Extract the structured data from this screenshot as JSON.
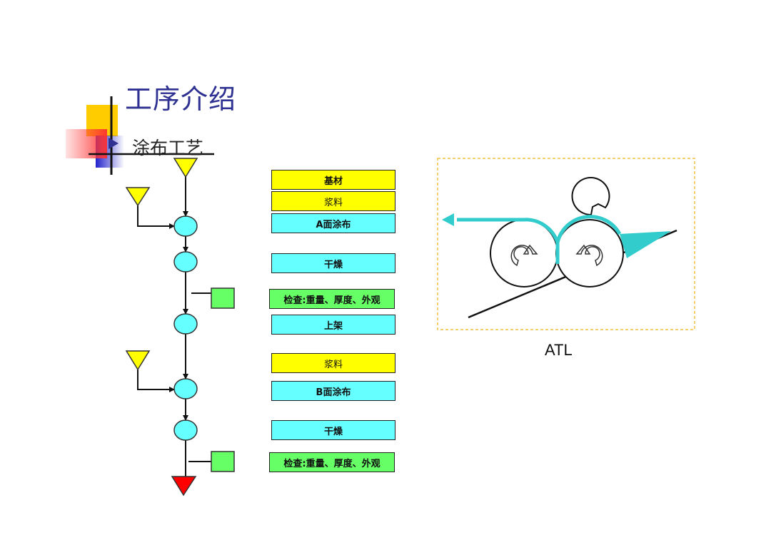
{
  "slide": {
    "title": "工序介绍",
    "subtitle": "涂布工艺"
  },
  "flow": {
    "steps": [
      {
        "label": "基材",
        "color": "yellow"
      },
      {
        "label": "浆料",
        "color": "yellow"
      },
      {
        "label": "A面涂布",
        "color": "cyan"
      },
      {
        "label": "干燥",
        "color": "cyan"
      },
      {
        "label": "检查:重量、厚度、外观",
        "color": "green"
      },
      {
        "label": "上架",
        "color": "cyan"
      },
      {
        "label": "浆料",
        "color": "yellow"
      },
      {
        "label": "B面涂布",
        "color": "cyan"
      },
      {
        "label": "干燥",
        "color": "cyan"
      },
      {
        "label": "检查:重量、厚度、外观",
        "color": "green"
      }
    ]
  },
  "atl": {
    "label": "ATL"
  },
  "colors": {
    "title": "#2e3192",
    "material": "#ffff00",
    "process": "#66ffff",
    "inspection": "#66ff66",
    "end_marker": "#ff0000",
    "coating_path": "#33cccc"
  }
}
